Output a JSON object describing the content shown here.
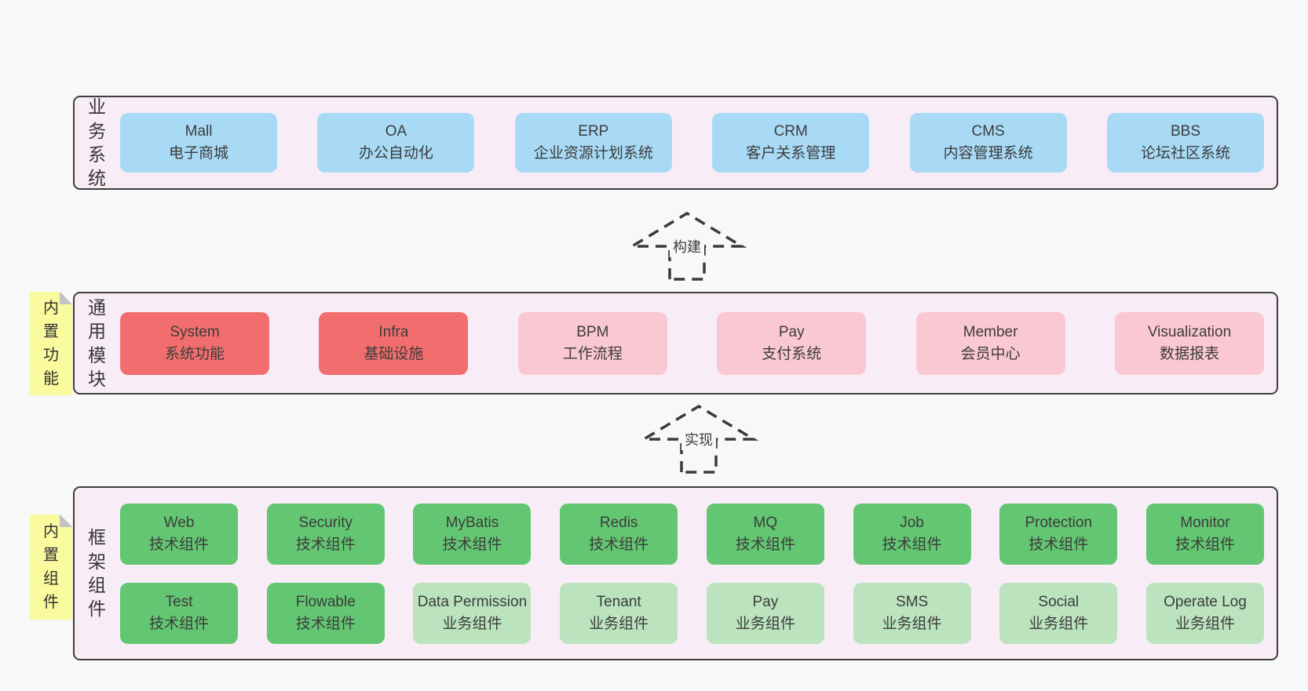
{
  "colors": {
    "page_bg": "#f8f8f8",
    "band_bg": "#f8edf6",
    "band_border": "#3e3e3e",
    "blue": "#a8daf5",
    "red": "#f26e6e",
    "pink": "#fac8d2",
    "green": "#63c672",
    "light_green": "#bbe4be",
    "sticky_yellow": "#fafa9e",
    "sticky_fold": "#c2c2c2",
    "text": "#3c3c3c"
  },
  "arrows": [
    {
      "label": "构建"
    },
    {
      "label": "实现"
    }
  ],
  "bands": [
    {
      "label": "业务系统",
      "boxes": [
        {
          "name": "Mall",
          "desc": "电子商城",
          "color": "blue"
        },
        {
          "name": "OA",
          "desc": "办公自动化",
          "color": "blue"
        },
        {
          "name": "ERP",
          "desc": "企业资源计划系统",
          "color": "blue"
        },
        {
          "name": "CRM",
          "desc": "客户关系管理",
          "color": "blue"
        },
        {
          "name": "CMS",
          "desc": "内容管理系统",
          "color": "blue"
        },
        {
          "name": "BBS",
          "desc": "论坛社区系统",
          "color": "blue"
        }
      ]
    },
    {
      "label": "通用模块",
      "sticky": "内置功能",
      "boxes": [
        {
          "name": "System",
          "desc": "系统功能",
          "color": "red"
        },
        {
          "name": "Infra",
          "desc": "基础设施",
          "color": "red"
        },
        {
          "name": "BPM",
          "desc": "工作流程",
          "color": "pink"
        },
        {
          "name": "Pay",
          "desc": "支付系统",
          "color": "pink"
        },
        {
          "name": "Member",
          "desc": "会员中心",
          "color": "pink"
        },
        {
          "name": "Visualization",
          "desc": "数据报表",
          "color": "pink"
        }
      ]
    },
    {
      "label": "框架组件",
      "sticky": "内置组件",
      "rows": [
        [
          {
            "name": "Web",
            "desc": "技术组件",
            "color": "green"
          },
          {
            "name": "Security",
            "desc": "技术组件",
            "color": "green"
          },
          {
            "name": "MyBatis",
            "desc": "技术组件",
            "color": "green"
          },
          {
            "name": "Redis",
            "desc": "技术组件",
            "color": "green"
          },
          {
            "name": "MQ",
            "desc": "技术组件",
            "color": "green"
          },
          {
            "name": "Job",
            "desc": "技术组件",
            "color": "green"
          },
          {
            "name": "Protection",
            "desc": "技术组件",
            "color": "green"
          },
          {
            "name": "Monitor",
            "desc": "技术组件",
            "color": "green"
          }
        ],
        [
          {
            "name": "Test",
            "desc": "技术组件",
            "color": "green"
          },
          {
            "name": "Flowable",
            "desc": "技术组件",
            "color": "green"
          },
          {
            "name": "Data Permission",
            "desc": "业务组件",
            "color": "light_green"
          },
          {
            "name": "Tenant",
            "desc": "业务组件",
            "color": "light_green"
          },
          {
            "name": "Pay",
            "desc": "业务组件",
            "color": "light_green"
          },
          {
            "name": "SMS",
            "desc": "业务组件",
            "color": "light_green"
          },
          {
            "name": "Social",
            "desc": "业务组件",
            "color": "light_green"
          },
          {
            "name": "Operate Log",
            "desc": "业务组件",
            "color": "light_green"
          }
        ]
      ]
    }
  ]
}
